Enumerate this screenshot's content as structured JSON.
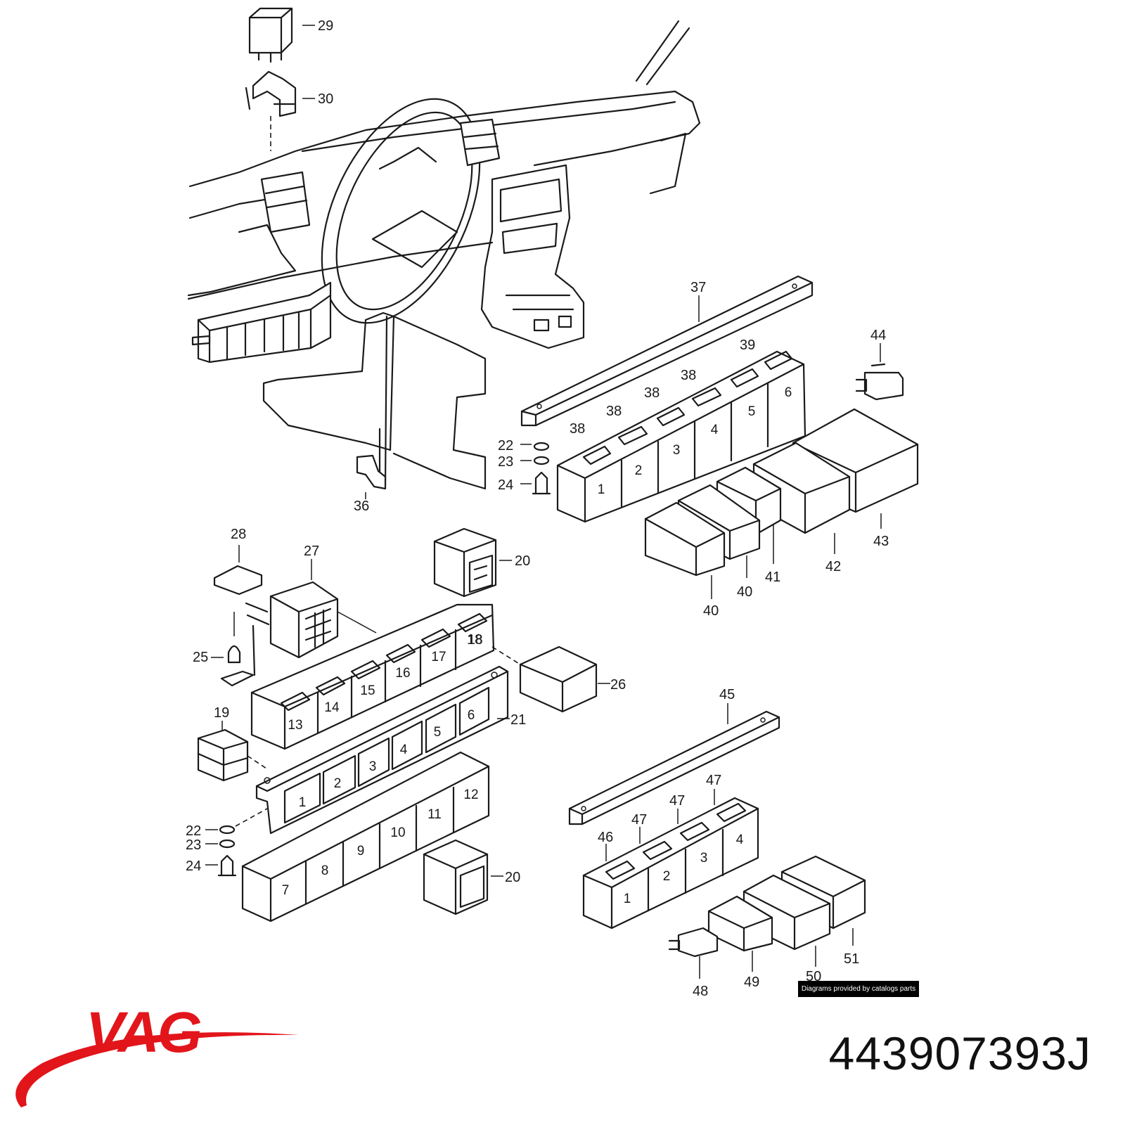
{
  "brand": {
    "name": "VAG",
    "color": "#e2151b"
  },
  "part_number": "443907393J",
  "credit": "Diagrams provided by catalogs parts",
  "callouts": [
    {
      "id": "c29",
      "text": "29"
    },
    {
      "id": "c30",
      "text": "30"
    },
    {
      "id": "c36",
      "text": "36"
    },
    {
      "id": "c37",
      "text": "37"
    },
    {
      "id": "c39",
      "text": "39"
    },
    {
      "id": "c38a",
      "text": "38"
    },
    {
      "id": "c38b",
      "text": "38"
    },
    {
      "id": "c38c",
      "text": "38"
    },
    {
      "id": "c38d",
      "text": "38"
    },
    {
      "id": "c44",
      "text": "44"
    },
    {
      "id": "c22a",
      "text": "22"
    },
    {
      "id": "c23a",
      "text": "23"
    },
    {
      "id": "c24a",
      "text": "24"
    },
    {
      "id": "c43",
      "text": "43"
    },
    {
      "id": "c42",
      "text": "42"
    },
    {
      "id": "c41",
      "text": "41"
    },
    {
      "id": "c40a",
      "text": "40"
    },
    {
      "id": "c40b",
      "text": "40"
    },
    {
      "id": "c28",
      "text": "28"
    },
    {
      "id": "c27",
      "text": "27"
    },
    {
      "id": "c20a",
      "text": "20"
    },
    {
      "id": "c25",
      "text": "25"
    },
    {
      "id": "c18",
      "text": "18"
    },
    {
      "id": "c26",
      "text": "26"
    },
    {
      "id": "c19",
      "text": "19"
    },
    {
      "id": "c21",
      "text": "21"
    },
    {
      "id": "c22b",
      "text": "22"
    },
    {
      "id": "c23b",
      "text": "23"
    },
    {
      "id": "c24b",
      "text": "24"
    },
    {
      "id": "c20b",
      "text": "20"
    },
    {
      "id": "c45",
      "text": "45"
    },
    {
      "id": "c47a",
      "text": "47"
    },
    {
      "id": "c47b",
      "text": "47"
    },
    {
      "id": "c47c",
      "text": "47"
    },
    {
      "id": "c46",
      "text": "46"
    },
    {
      "id": "c48",
      "text": "48"
    },
    {
      "id": "c49",
      "text": "49"
    },
    {
      "id": "c50",
      "text": "50"
    },
    {
      "id": "c51",
      "text": "51"
    }
  ],
  "slot_labels": {
    "upper_carrier": [
      "1",
      "2",
      "3",
      "4",
      "5",
      "6"
    ],
    "lower_top_row": [
      "13",
      "14",
      "15",
      "16",
      "17",
      "18"
    ],
    "lower_mid_row": [
      "1",
      "2",
      "3",
      "4",
      "5",
      "6"
    ],
    "lower_bottom_row": [
      "7",
      "8",
      "9",
      "10",
      "11",
      "12"
    ],
    "small_carrier": [
      "1",
      "2",
      "3",
      "4"
    ]
  }
}
